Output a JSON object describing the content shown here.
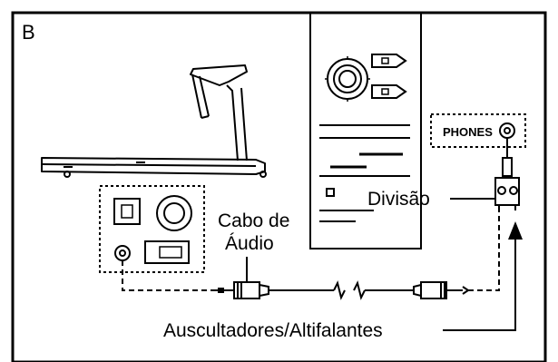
{
  "panel_letter": "B",
  "labels": {
    "phones": "PHONES",
    "split": "Divisão",
    "cable_line1": "Cabo de",
    "cable_line2": "Áudio",
    "speakers": "Auscultadores/Altifalantes"
  },
  "icons": [
    "treadmill-icon",
    "computer-tower-icon",
    "console-panel-icon",
    "audio-jack-icon",
    "headphone-splitter-icon",
    "audio-cable-icon",
    "arrow-up-icon"
  ]
}
